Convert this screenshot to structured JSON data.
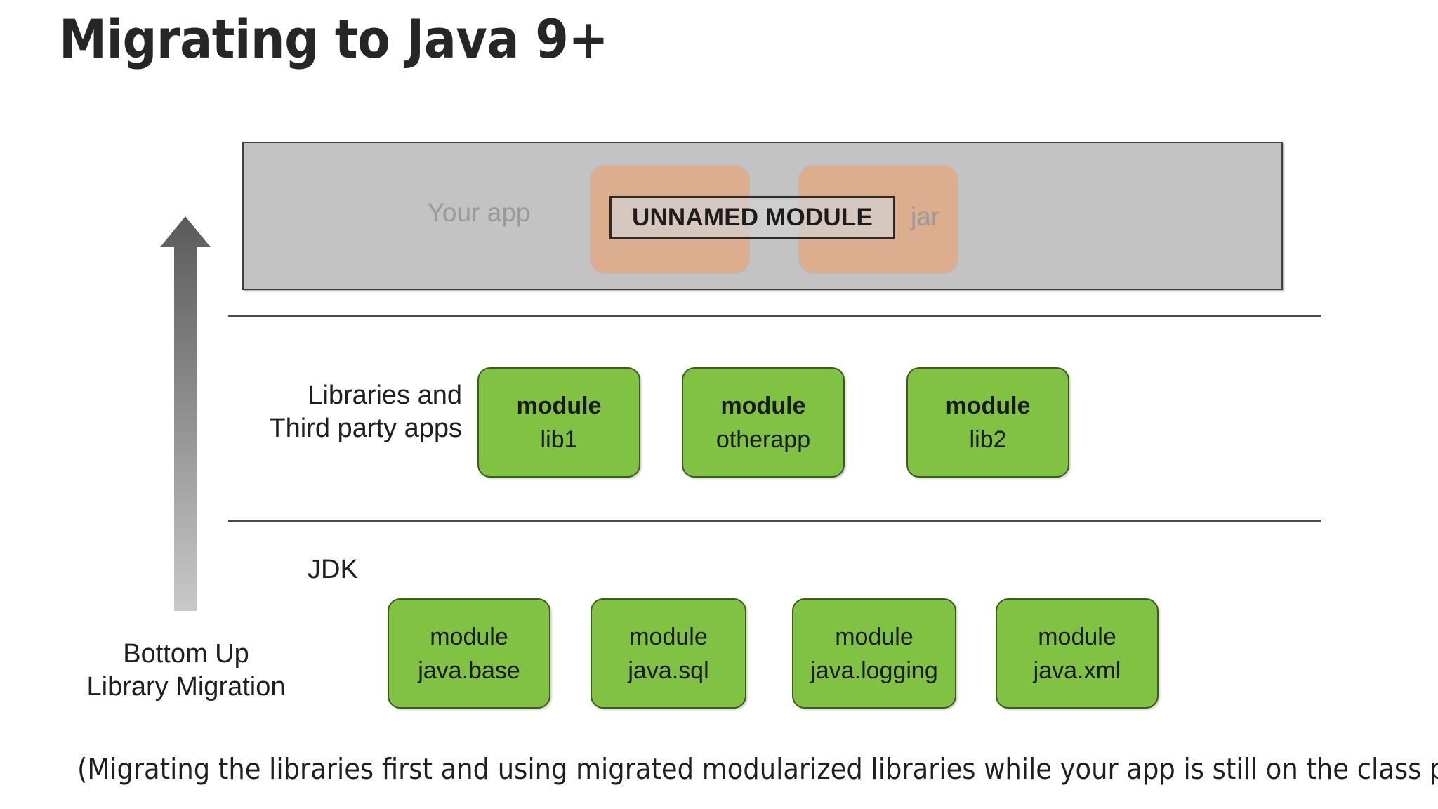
{
  "slide": {
    "title": "Migrating to Java 9+",
    "caption": "(Migrating the libraries first and using migrated modularized libraries while your app is still on the class path)"
  },
  "colors": {
    "background": "#ffffff",
    "classpath_bar_fill": "#c3c3c3",
    "classpath_bar_border": "#3d3d3d",
    "jar_box_fill": "#ddae8d",
    "module_fill": "#80c342",
    "module_border": "#3c5c1b",
    "muted_text": "#9a9a9a",
    "body_text": "#1f1f1f",
    "arrow_dark": "#5e5e5e",
    "arrow_light": "#c9c9c9"
  },
  "classpath_tier": {
    "your_app_label": "Your app",
    "jar_label": "jar",
    "unnamed_module_label": "UNNAMED MODULE",
    "jar_boxes": [
      {
        "name": "jar-box-1"
      },
      {
        "name": "jar-box-2"
      }
    ]
  },
  "libraries_tier": {
    "tier_label_line1": "Libraries and",
    "tier_label_line2": "Third party apps",
    "modules": [
      {
        "keyword": "module",
        "name": "lib1"
      },
      {
        "keyword": "module",
        "name": "otherapp"
      },
      {
        "keyword": "module",
        "name": "lib2"
      }
    ]
  },
  "jdk_tier": {
    "tier_label": "JDK",
    "modules": [
      {
        "keyword": "module",
        "name": "java.base"
      },
      {
        "keyword": "module",
        "name": "java.sql"
      },
      {
        "keyword": "module",
        "name": "java.logging"
      },
      {
        "keyword": "module",
        "name": "java.xml"
      }
    ]
  },
  "arrow": {
    "label_line1": "Bottom Up",
    "label_line2": "Library Migration",
    "direction": "up"
  }
}
